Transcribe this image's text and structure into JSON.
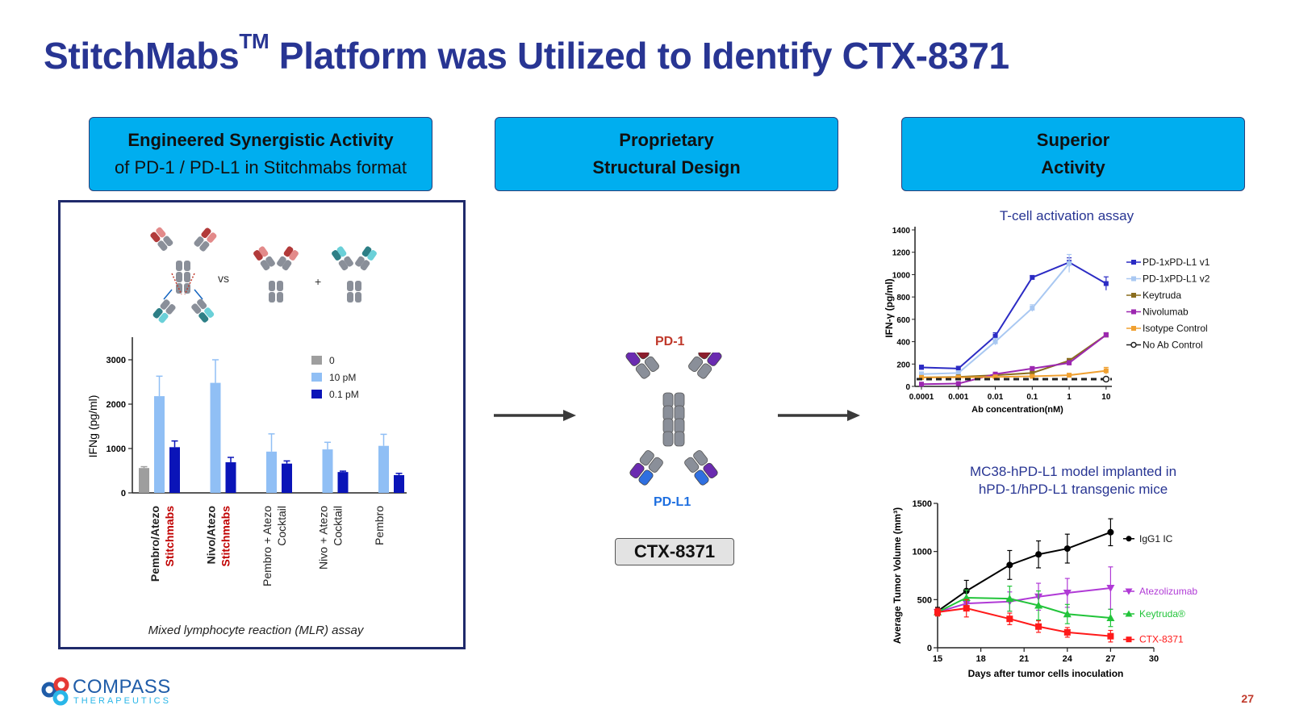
{
  "slide": {
    "title_main": "StitchMabs",
    "title_tm": "TM",
    "title_rest": " Platform was Utilized to Identify CTX-8371",
    "page_number": "27"
  },
  "headers": [
    {
      "line1": "Engineered Synergistic Activity",
      "line2": "of PD-1 / PD-L1 in Stitchmabs format"
    },
    {
      "line1": "Proprietary",
      "line2": "Structural Design"
    },
    {
      "line1": "Superior",
      "line2": "Activity"
    }
  ],
  "mlr": {
    "vs_label": "vs",
    "plus_label": "+",
    "assay_caption": "Mixed lymphocyte reaction (MLR) assay"
  },
  "structure": {
    "pd1_label": "PD-1",
    "pdl1_label": "PD-L1",
    "molecule_label": "CTX-8371"
  },
  "logo": {
    "name": "COMPASS",
    "sub": "THERAPEUTICS"
  },
  "colors": {
    "title": "#283593",
    "header_fill": "#00aeef",
    "accent_red": "#c00000",
    "pdl1_blue": "#1e6fe0"
  },
  "chart_data": [
    {
      "type": "bar",
      "title": "",
      "xlabel": "",
      "ylabel": "IFNg (pg/ml)",
      "ylim": [
        0,
        3000
      ],
      "yticks": [
        0,
        1000,
        2000,
        3000
      ],
      "categories": [
        {
          "line1": "Pembro/Atezo",
          "line2": "Stitchmabs",
          "bold": true
        },
        {
          "line1": "Nivo/Atezo",
          "line2": "Stitchmabs",
          "bold": true
        },
        {
          "line1": "Pembro + Atezo",
          "line2": "Cocktail",
          "bold": false
        },
        {
          "line1": "Nivo + Atezo",
          "line2": "Cocktail",
          "bold": false
        },
        {
          "line1": "Pembro",
          "line2": "",
          "bold": false
        }
      ],
      "series": [
        {
          "name": "0",
          "color": "#9e9e9e",
          "values": [
            560,
            null,
            null,
            null,
            null
          ],
          "errors": [
            30,
            null,
            null,
            null,
            null
          ]
        },
        {
          "name": "10 pM",
          "color": "#90bff5",
          "values": [
            2180,
            2480,
            930,
            980,
            1060
          ],
          "errors": [
            450,
            520,
            400,
            160,
            260
          ]
        },
        {
          "name": "0.1 pM",
          "color": "#0a14b8",
          "values": [
            1030,
            690,
            660,
            470,
            400
          ],
          "errors": [
            140,
            110,
            60,
            20,
            40
          ]
        }
      ],
      "legend_position": "top-right"
    },
    {
      "type": "line",
      "title": "T-cell activation assay",
      "xlabel": "Ab concentration(nM)",
      "ylabel": "IFN-γ (pg/ml)",
      "xscale": "log",
      "x": [
        0.0001,
        0.001,
        0.01,
        0.1,
        1,
        10
      ],
      "xtick_labels": [
        "0.0001",
        "0.001",
        "0.01",
        "0.1",
        "1",
        "10"
      ],
      "ylim": [
        0,
        1400
      ],
      "yticks": [
        0,
        200,
        400,
        600,
        800,
        1000,
        1200,
        1400
      ],
      "series": [
        {
          "name": "PD-1xPD-L1 v1",
          "color": "#2b2bc4",
          "values": [
            170,
            160,
            450,
            975,
            1110,
            920
          ],
          "errors": [
            20,
            20,
            30,
            15,
            40,
            60
          ]
        },
        {
          "name": "PD-1xPD-L1 v2",
          "color": "#a9c8f2",
          "values": [
            110,
            120,
            400,
            700,
            1100,
            null
          ],
          "errors": [
            20,
            20,
            30,
            30,
            80,
            null
          ]
        },
        {
          "name": "Keytruda",
          "color": "#8a6d1e",
          "values": [
            80,
            85,
            100,
            120,
            230,
            460
          ],
          "errors": [
            10,
            10,
            10,
            15,
            20,
            20
          ]
        },
        {
          "name": "Nivolumab",
          "color": "#9c27b0",
          "values": [
            20,
            25,
            110,
            160,
            210,
            460
          ],
          "errors": [
            10,
            10,
            10,
            15,
            20,
            20
          ]
        },
        {
          "name": "Isotype Control",
          "color": "#f0a030",
          "values": [
            80,
            80,
            85,
            90,
            100,
            140
          ],
          "errors": [
            10,
            10,
            10,
            10,
            15,
            30
          ]
        },
        {
          "name": "No Ab Control",
          "color": "#222222",
          "values": [
            65,
            65,
            65,
            65,
            65,
            65
          ],
          "errors": [
            null,
            null,
            null,
            null,
            null,
            null
          ]
        }
      ],
      "legend_position": "right"
    },
    {
      "type": "line",
      "title": "MC38-hPD-L1 model implanted in hPD-1/hPD-L1 transgenic mice",
      "title_lines": [
        "MC38-hPD-L1 model implanted in",
        "hPD-1/hPD-L1 transgenic mice"
      ],
      "xlabel": "Days after tumor cells inoculation",
      "ylabel": "Average Tumor Volume (mm³)",
      "x": [
        15,
        17,
        20,
        22,
        24,
        27
      ],
      "xlim": [
        15,
        30
      ],
      "xticks": [
        15,
        18,
        21,
        24,
        27,
        30
      ],
      "ylim": [
        0,
        1500
      ],
      "yticks": [
        0,
        500,
        1000,
        1500
      ],
      "series": [
        {
          "name": "IgG1 IC",
          "color": "#000000",
          "values": [
            380,
            590,
            860,
            970,
            1030,
            1200
          ],
          "errors": [
            40,
            110,
            150,
            140,
            150,
            140
          ]
        },
        {
          "name": "Atezolizumab",
          "color": "#b03ad6",
          "values": [
            370,
            460,
            480,
            530,
            570,
            620
          ],
          "errors": [
            40,
            60,
            100,
            140,
            150,
            220
          ]
        },
        {
          "name": "Keytruda®",
          "color": "#22c43a",
          "values": [
            370,
            520,
            510,
            440,
            350,
            310
          ],
          "errors": [
            40,
            80,
            130,
            150,
            100,
            90
          ]
        },
        {
          "name": "CTX-8371",
          "color": "#ff1a1a",
          "values": [
            370,
            410,
            300,
            220,
            160,
            120
          ],
          "errors": [
            40,
            90,
            60,
            60,
            50,
            60
          ]
        }
      ],
      "legend_position": "right"
    }
  ]
}
